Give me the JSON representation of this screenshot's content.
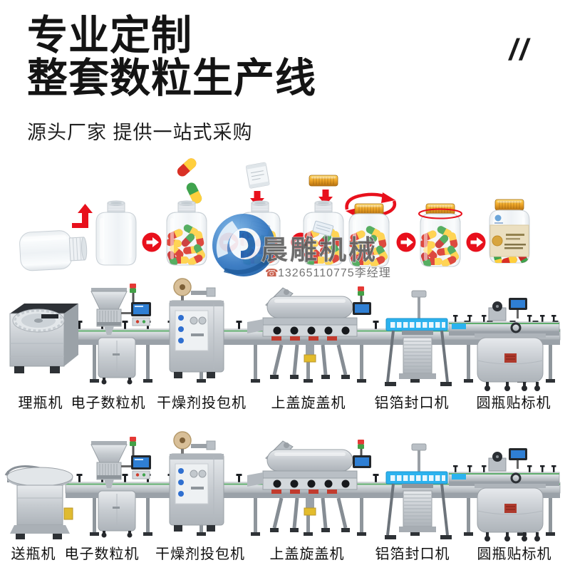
{
  "header": {
    "title_line1": "专业定制",
    "title_line2": "整套数粒生产线",
    "decor_slashes": "//",
    "subtitle": "源头厂家 提供一站式采购"
  },
  "watermark": {
    "brand": "晨雕机械",
    "phone": "13265110775李经理",
    "phone_icon": "☎"
  },
  "process": {
    "steps": [
      {
        "icon": "bottle-lying-icon"
      },
      {
        "icon": "arrow-bent-up-icon"
      },
      {
        "icon": "bottle-empty-icon"
      },
      {
        "icon": "arrow-right-icon"
      },
      {
        "icon": "bottle-capsule-filling-icon"
      },
      {
        "icon": "arrow-right-icon"
      },
      {
        "icon": "bottle-desiccant-drop-icon"
      },
      {
        "icon": "arrow-right-icon"
      },
      {
        "icon": "bottle-cap-drop-icon"
      },
      {
        "icon": "bottle-cap-screwing-icon"
      },
      {
        "icon": "arrow-right-icon"
      },
      {
        "icon": "bottle-capped-icon"
      },
      {
        "icon": "arrow-right-icon"
      },
      {
        "icon": "bottle-labeled-icon"
      }
    ]
  },
  "lines": [
    {
      "name": "line-1",
      "machines": [
        {
          "label": "理瓶机"
        },
        {
          "label": "电子数粒机"
        },
        {
          "label": "干燥剂投包机"
        },
        {
          "label": "上盖旋盖机"
        },
        {
          "label": "铝箔封口机"
        },
        {
          "label": "圆瓶贴标机"
        }
      ]
    },
    {
      "name": "line-2",
      "machines": [
        {
          "label": "送瓶机"
        },
        {
          "label": "电子数粒机"
        },
        {
          "label": "干燥剂投包机"
        },
        {
          "label": "上盖旋盖机"
        },
        {
          "label": "铝箔封口机"
        },
        {
          "label": "圆瓶贴标机"
        }
      ]
    }
  ],
  "colors": {
    "accent_red": "#e8101c",
    "cap_gold": "#eda427",
    "capsule_red": "#d93025",
    "capsule_yellow": "#ffcf3d",
    "capsule_green": "#3fa34d",
    "machine_steel": "#c6cbd0",
    "screen_blue": "#2f7fd4",
    "banner_blue": "#2cb2ee",
    "logo_blue": "#1b63b4"
  }
}
